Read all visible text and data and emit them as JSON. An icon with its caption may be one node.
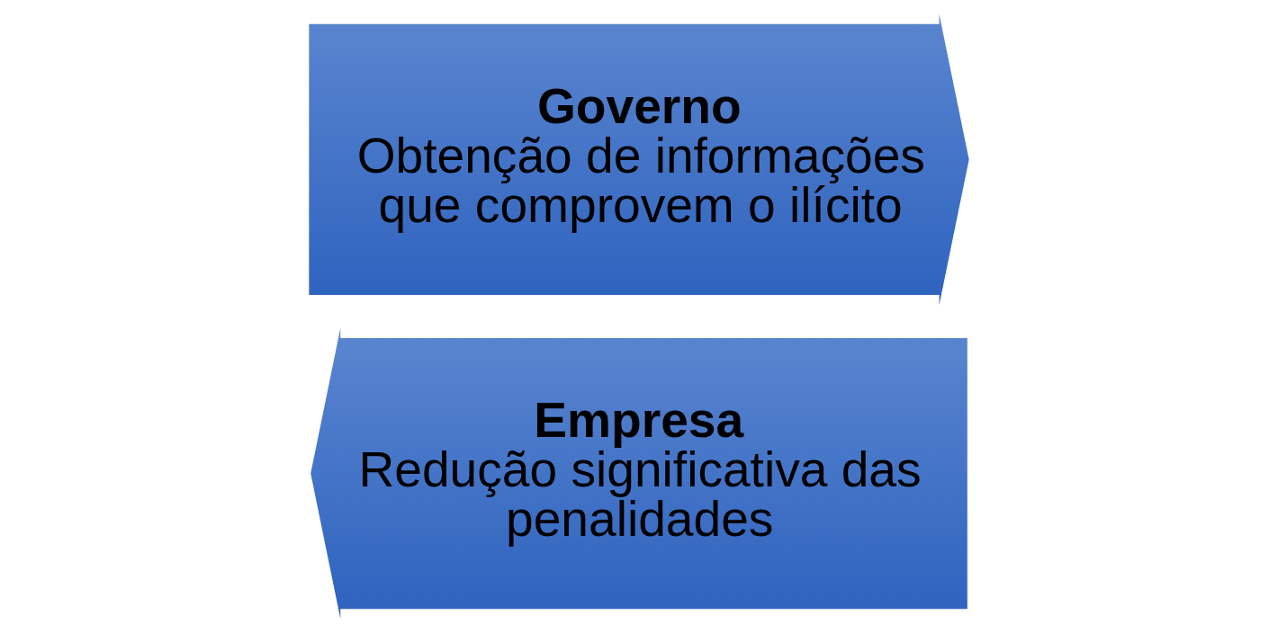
{
  "diagram": {
    "nodes": [
      {
        "text": [
          "Governo",
          "Obtenção de informações que comprovem o ilícito"
        ]
      },
      {
        "text": [
          "Empresa",
          "Redução significativa das penalidades"
        ]
      }
    ]
  }
}
